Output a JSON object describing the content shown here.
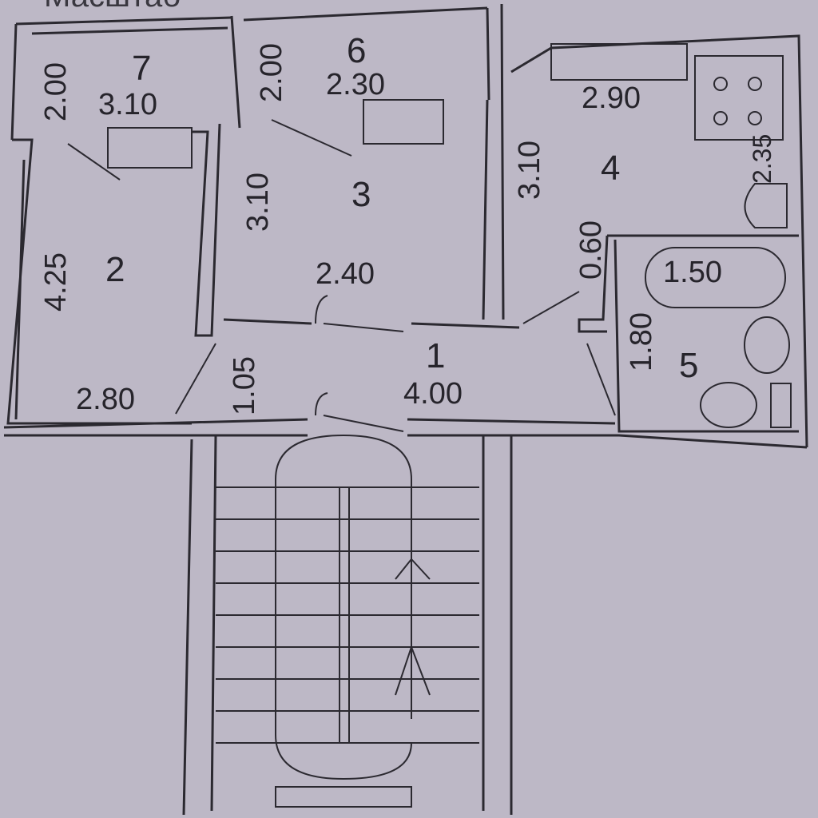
{
  "header": {
    "scale_label": "Масштаб"
  },
  "colors": {
    "paper": "#bdb8c6",
    "ink": "#2b2930"
  },
  "rooms": [
    {
      "number": "1",
      "width": "4.00",
      "height": "1.05"
    },
    {
      "number": "2",
      "width": "2.80",
      "height": "4.25"
    },
    {
      "number": "3",
      "width": "2.40",
      "height": "3.10"
    },
    {
      "number": "4",
      "width": "2.90",
      "height": "3.10"
    },
    {
      "number": "5",
      "width": "1.50",
      "height": "1.80"
    },
    {
      "number": "6",
      "width": "2.30",
      "height": "2.00"
    },
    {
      "number": "7",
      "width": "3.10",
      "height": "2.00"
    }
  ],
  "extra_dims": {
    "kitchen_side": "2.35",
    "bath_gap": "0.60"
  }
}
